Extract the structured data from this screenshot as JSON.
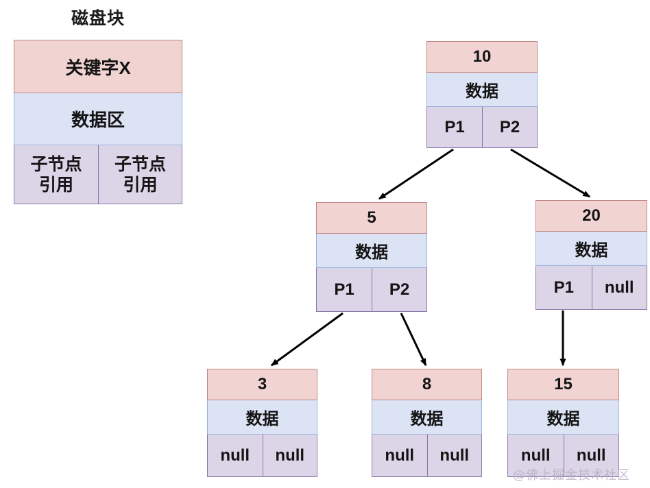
{
  "legend": {
    "title": "磁盘块",
    "key_label": "关键字X",
    "data_label": "数据区",
    "child_ref_left_line1": "子节点",
    "child_ref_left_line2": "引用",
    "child_ref_right_line1": "子节点",
    "child_ref_right_line2": "引用"
  },
  "tree": {
    "nodes": [
      {
        "id": "root",
        "key": "10",
        "data": "数据",
        "ptr_left": "P1",
        "ptr_right": "P2"
      },
      {
        "id": "n5",
        "key": "5",
        "data": "数据",
        "ptr_left": "P1",
        "ptr_right": "P2"
      },
      {
        "id": "n20",
        "key": "20",
        "data": "数据",
        "ptr_left": "P1",
        "ptr_right": "null"
      },
      {
        "id": "n3",
        "key": "3",
        "data": "数据",
        "ptr_left": "null",
        "ptr_right": "null"
      },
      {
        "id": "n8",
        "key": "8",
        "data": "数据",
        "ptr_left": "null",
        "ptr_right": "null"
      },
      {
        "id": "n15",
        "key": "15",
        "data": "数据",
        "ptr_left": "null",
        "ptr_right": "null"
      }
    ],
    "edges": [
      {
        "from": "root.P1",
        "to": "n5"
      },
      {
        "from": "root.P2",
        "to": "n20"
      },
      {
        "from": "n5.P1",
        "to": "n3"
      },
      {
        "from": "n5.P2",
        "to": "n8"
      },
      {
        "from": "n20.P1",
        "to": "n15"
      }
    ]
  },
  "watermark": {
    "text": "@佛上掘金技术社区"
  },
  "colors": {
    "key_fill": "#f1d4d2",
    "key_stroke": "#c08784",
    "data_fill": "#dce3f5",
    "data_stroke": "#9bb0d8",
    "pointer_fill": "#dcd4e7",
    "pointer_stroke": "#8a79ab",
    "arrow": "#000000",
    "text": "#141414",
    "background": "#ffffff"
  }
}
